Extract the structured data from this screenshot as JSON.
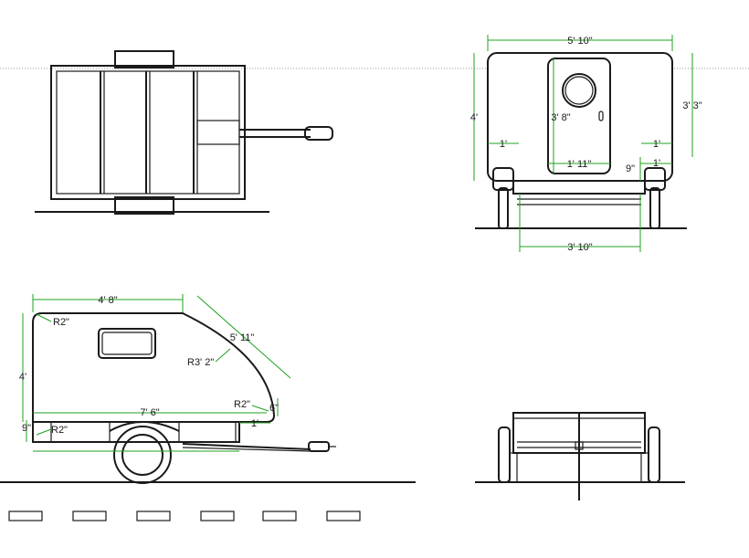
{
  "colors": {
    "line": "#1a1a1a",
    "dimension": "#1fa11f",
    "background": "#ffffff"
  },
  "front_view": {
    "width_top": "5' 10\"",
    "height_total": "4'",
    "height_right": "3' 3\"",
    "door_height": "3' 8\"",
    "inset_left": "1'",
    "inset_right": "1'",
    "door_width": "1' 11\"",
    "door_bottom": "9\"",
    "track_width": "3' 10\""
  },
  "side_view": {
    "top_length": "4' 8\"",
    "corner_radius_top": "R2\"",
    "arc_length": "5' 11\"",
    "arc_radius": "R3' 2\"",
    "corner_radius_rear": "R2\"",
    "rear_offset": "6\"",
    "body_length": "7' 6\"",
    "rear_overhang": "1'",
    "height": "4'",
    "floor_height": "9\"",
    "corner_radius_bottom": "R2\""
  }
}
